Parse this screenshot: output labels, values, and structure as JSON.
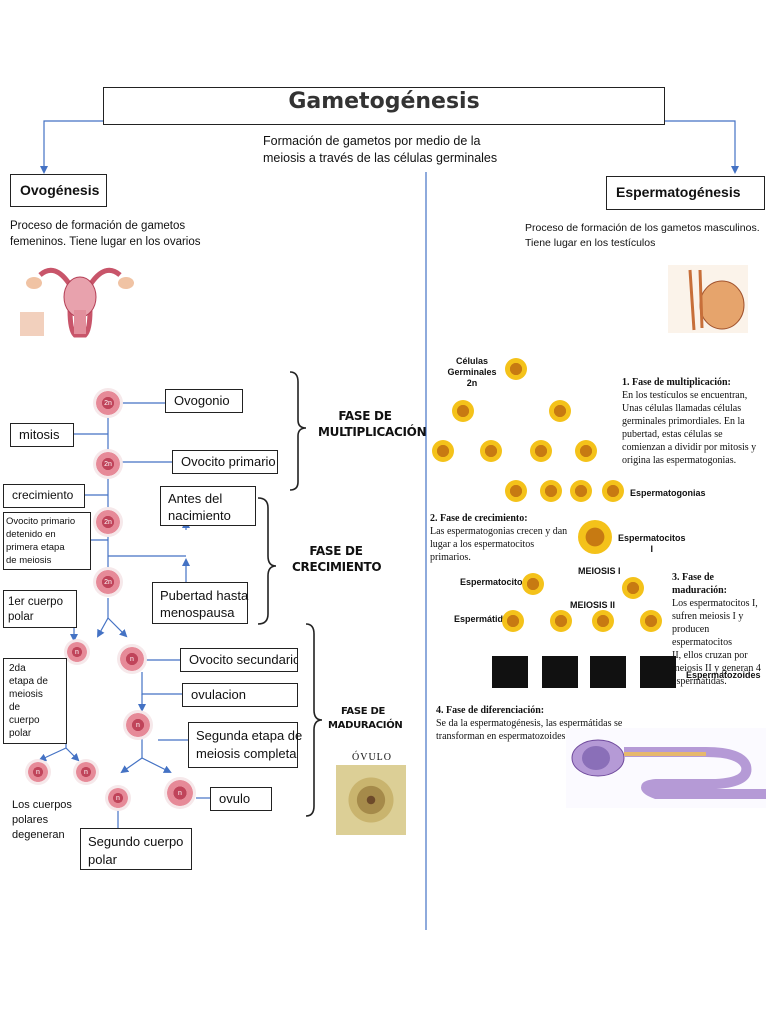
{
  "title": "Gametogénesis",
  "subtitle_line1": "Formación de gametos por medio de la",
  "subtitle_line2": "meiosis a través de las células germinales",
  "left": {
    "heading": "Ovogénesis",
    "desc_line1": "Proceso de formación de gametos",
    "desc_line2": "femeninos. Tiene lugar en los ovarios",
    "cell_2n": "2n",
    "cell_n": "n",
    "labels": {
      "ovogonio": "Ovogonio",
      "mitosis": "mitosis",
      "ovocito_primario": "Ovocito primario",
      "crecimiento": "crecimiento",
      "antes_line1": "Antes del",
      "antes_line2": "nacimiento",
      "detenido_line1": "Ovocito primario",
      "detenido_line2": "detenido en",
      "detenido_line3": "primera etapa",
      "detenido_line4": "de meiosis",
      "pubertad_line1": "Pubertad hasta",
      "pubertad_line2": "menospausa",
      "primer_cuerpo_line1": "1er cuerpo",
      "primer_cuerpo_line2": "polar",
      "ovocito_secundario": "Ovocito secundario",
      "segunda_line1": "2da",
      "segunda_line2": "etapa de",
      "segunda_line3": "meiosis",
      "segunda_line4": "de",
      "segunda_line5": "cuerpo",
      "segunda_line6": "polar",
      "ovulacion": "ovulacion",
      "segunda_etapa_line1": "Segunda etapa de",
      "segunda_etapa_line2": "meiosis completa",
      "degeneran_line1": "Los cuerpos",
      "degeneran_line2": "polares",
      "degeneran_line3": "degeneran",
      "ovulo": "ovulo",
      "segundo_cuerpo_line1": "Segundo cuerpo",
      "segundo_cuerpo_line2": "polar"
    },
    "stages": {
      "multiplicacion_line1": "FASE DE",
      "multiplicacion_line2": "MULTIPLICACIÓN",
      "crecimiento_line1": "FASE DE",
      "crecimiento_line2": "CRECIMIENTO",
      "maduracion_line1": "FASE DE",
      "maduracion_line2": "MADURACIÓN"
    },
    "ovulo_photo_caption": "ÓVULO"
  },
  "right": {
    "heading": "Espermatogénesis",
    "desc_line1": "Proceso de formación de los gametos masculinos.",
    "desc_line2": "Tiene lugar en los testículos",
    "diagram": {
      "celulas_germinales_line1": "Células Germinales",
      "celulas_germinales_line2": "2n",
      "espermatogonias": "Espermatogonias",
      "espermatocitos_i_line1": "Espermatocitos",
      "espermatocitos_i_line2": "I",
      "meiosis_i": "MEIOSIS I",
      "espermatocitos_ii": "Espermatocitos II",
      "meiosis_ii": "MEIOSIS II",
      "espermatidas": "Espermátidas",
      "espermatozoides": "Espermatozoides"
    },
    "phase1_title": "1. Fase de multiplicación:",
    "phase1_lines": [
      "En los testículos se encuentran,",
      "Unas células llamadas células",
      "germinales primordiales. En la",
      "pubertad, estas células se",
      "comienzan a dividir por mitosis y",
      "origina las espermatogonias."
    ],
    "phase2_title": "2. Fase de crecimiento:",
    "phase2_lines": [
      "Las espermatogonias crecen y dan",
      "lugar a los espermatocitos",
      "primarios."
    ],
    "phase3_title": "3. Fase de maduración:",
    "phase3_lines": [
      "Los espermatocitos I,",
      "sufren meiosis I y",
      "producen espermatocitos",
      "II, ellos cruzan por",
      "meiosis II y generan 4",
      "espermátidas."
    ],
    "phase4_title": "4. Fase de diferenciación:",
    "phase4_lines": [
      "Se da la espermatogénesis, las espermátidas se",
      "transforman en espermatozoides"
    ]
  },
  "colors": {
    "connector_blue": "#4472c4",
    "cell_pink": "#e68a98",
    "cell_yellow": "#f4c21a",
    "sperm_purple": "#b59ad6"
  }
}
